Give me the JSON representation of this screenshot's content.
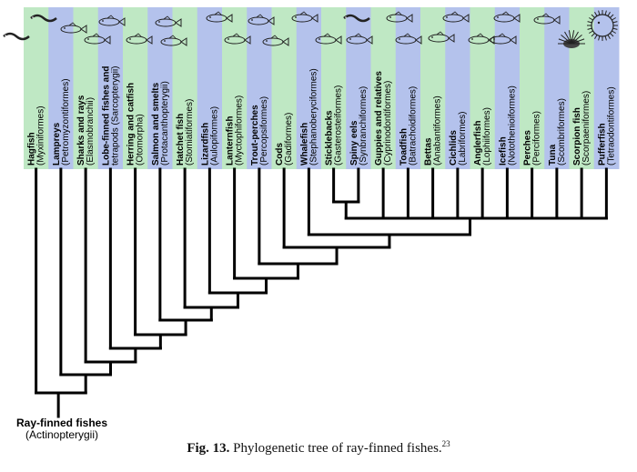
{
  "taxa": [
    {
      "name": "Hagfish",
      "order": "(Myxiniformes)",
      "icon": "hagfish-icon"
    },
    {
      "name": "Lampreys",
      "order": "(Petromyzontiformes)",
      "icon": "lamprey-icon"
    },
    {
      "name": "Sharks and rays",
      "order": "(Elasmobranchii)",
      "icon": "shark-icon"
    },
    {
      "name": "Lobe-finned fishes and",
      "order": "tetrapods (Sarcopterygii)",
      "icon": "coelacanth-icon"
    },
    {
      "name": "Herring and catfish",
      "order": "(Otomorpha)",
      "icon": "herring-icon"
    },
    {
      "name": "Salmon and smelts",
      "order": "(Protacanthopterygii)",
      "icon": "salmon-icon"
    },
    {
      "name": "Hatchet fish",
      "order": "(Stomiatiformes)",
      "icon": "hatchetfish-icon"
    },
    {
      "name": "Lizardfish",
      "order": "(Aulopiformes)",
      "icon": "lizardfish-icon"
    },
    {
      "name": "Lanternfish",
      "order": "(Myctophiformes)",
      "icon": "lanternfish-icon"
    },
    {
      "name": "Trout-perches",
      "order": "(Percopsiformes)",
      "icon": "troutperch-icon"
    },
    {
      "name": "Cods",
      "order": "(Gadiformes)",
      "icon": "cod-icon"
    },
    {
      "name": "Whalefish",
      "order": "(Stephanoberyciformes)",
      "icon": "whalefish-icon"
    },
    {
      "name": "Sticklebacks",
      "order": "(Gasterosteiformes)",
      "icon": "stickleback-icon"
    },
    {
      "name": "Spiny eels",
      "order": "(Synbranchiformes)",
      "icon": "spiny-eel-icon"
    },
    {
      "name": "Guppies and relatives",
      "order": "(Cyprinodontiformes)",
      "icon": "guppy-icon"
    },
    {
      "name": "Toadfish",
      "order": "(Batrachoidiformes)",
      "icon": "toadfish-icon"
    },
    {
      "name": "Bettas",
      "order": "(Anabantiformes)",
      "icon": "betta-icon"
    },
    {
      "name": "Cichlids",
      "order": "(Labriformes)",
      "icon": "cichlid-icon"
    },
    {
      "name": "Anglerfish",
      "order": "(Lophiiformes)",
      "icon": "anglerfish-icon"
    },
    {
      "name": "Icefish",
      "order": "(Notothenioiformes)",
      "icon": "icefish-icon"
    },
    {
      "name": "Perches",
      "order": "(Perciformes)",
      "icon": "perch-icon"
    },
    {
      "name": "Tuna",
      "order": "(Scombriformes)",
      "icon": "tuna-icon"
    },
    {
      "name": "Scorpion fish",
      "order": "(Scorpaeniformes)",
      "icon": "scorpionfish-icon"
    },
    {
      "name": "Pufferfish",
      "order": "(Tetraodontiformes)",
      "icon": "pufferfish-icon"
    }
  ],
  "root": {
    "name": "Ray-finned fishes",
    "latin": "(Actinopterygii)"
  },
  "caption": {
    "prefix": "Fig. 13.",
    "text": " Phylogenetic tree of ray-finned fishes.",
    "ref": "23"
  },
  "colors": {
    "green_stripe": "#bfe8c4",
    "blue_stripe": "#b4c2ec",
    "line": "#000000"
  }
}
